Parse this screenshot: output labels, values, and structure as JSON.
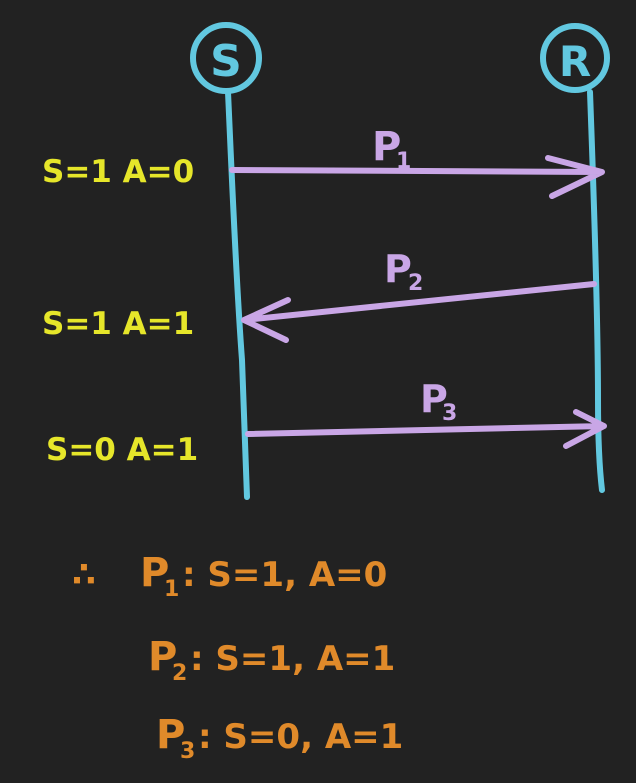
{
  "colors": {
    "background": "#222222",
    "lifeline": "#62c8e0",
    "message": "#c9a6e6",
    "state": "#e6e62a",
    "summary": "#e08a2a"
  },
  "nodes": {
    "sender": "S",
    "receiver": "R"
  },
  "messages": [
    {
      "label": "P",
      "sub": "1",
      "direction": "S-to-R"
    },
    {
      "label": "P",
      "sub": "2",
      "direction": "R-to-S"
    },
    {
      "label": "P",
      "sub": "3",
      "direction": "S-to-R"
    }
  ],
  "states": [
    "S=1 A=0",
    "S=1 A=1",
    "S=0 A=1"
  ],
  "summary": {
    "therefore": "∴",
    "lines": [
      {
        "label": "P",
        "sub": "1",
        "text": ": S=1, A=0"
      },
      {
        "label": "P",
        "sub": "2",
        "text": ": S=1, A=1"
      },
      {
        "label": "P",
        "sub": "3",
        "text": ": S=0, A=1"
      }
    ]
  }
}
